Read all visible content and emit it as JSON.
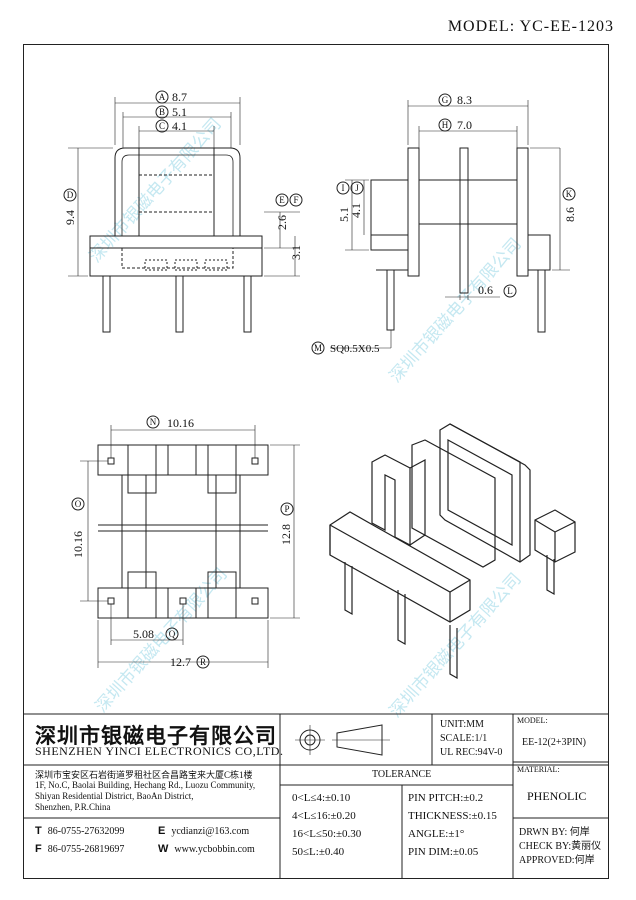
{
  "model": "MODEL: YC-EE-1203",
  "watermark": "深圳市银磁电子有限公司",
  "dims": {
    "A": "8.7",
    "B": "5.1",
    "C": "4.1",
    "D": "9.4",
    "E": "2.6",
    "F": "3.1",
    "G": "8.3",
    "H": "7.0",
    "I": "5.1",
    "J": "4.1",
    "K": "8.6",
    "L": "0.6",
    "M": "SQ0.5X0.5",
    "N": "10.16",
    "O": "10.16",
    "P": "12.8",
    "Q": "5.08",
    "R": "12.7"
  },
  "company": {
    "name_cn": "深圳市银磁电子有限公司",
    "name_en": "SHENZHEN YINCI ELECTRONICS CO,LTD.",
    "addr_cn": "深圳市宝安区石岩街道罗租社区合昌路宝来大厦C栋1楼",
    "addr_en1": "1F, No.C, Baolai Building, Hechang Rd., Luozu Community,",
    "addr_en2": "Shiyan Residential District, BaoAn District,",
    "addr_en3": "Shenzhen, P.R.China",
    "tel": "86-0755-27632099",
    "fax": "86-0755-26819697",
    "email": "ycdianzi@163.com",
    "web": "www.ycbobbin.com"
  },
  "contact_letters": {
    "t": "T",
    "f": "F",
    "e": "E",
    "w": "W"
  },
  "info": {
    "unit": "UNIT:MM",
    "scale": "SCALE:1/1",
    "ul": "UL REC:94V-0",
    "model_label": "MODEL:",
    "model_value": "EE-12(2+3PIN)",
    "material_label": "MATERIAL:",
    "material_value": "PHENOLIC",
    "drwn": "DRWN BY: 何岸",
    "check": "CHECK BY:黄丽仪",
    "approved": "APPROVED:何岸"
  },
  "tolerance": {
    "title": "TOLERANCE",
    "rows": [
      "0<L≤4:±0.10",
      "4<L≤16:±0.20",
      "16<L≤50:±0.30",
      "50≤L:±0.40"
    ],
    "right": [
      "PIN PITCH:±0.2",
      "THICKNESS:±0.15",
      "ANGLE:±1°",
      "PIN DIM:±0.05"
    ]
  }
}
